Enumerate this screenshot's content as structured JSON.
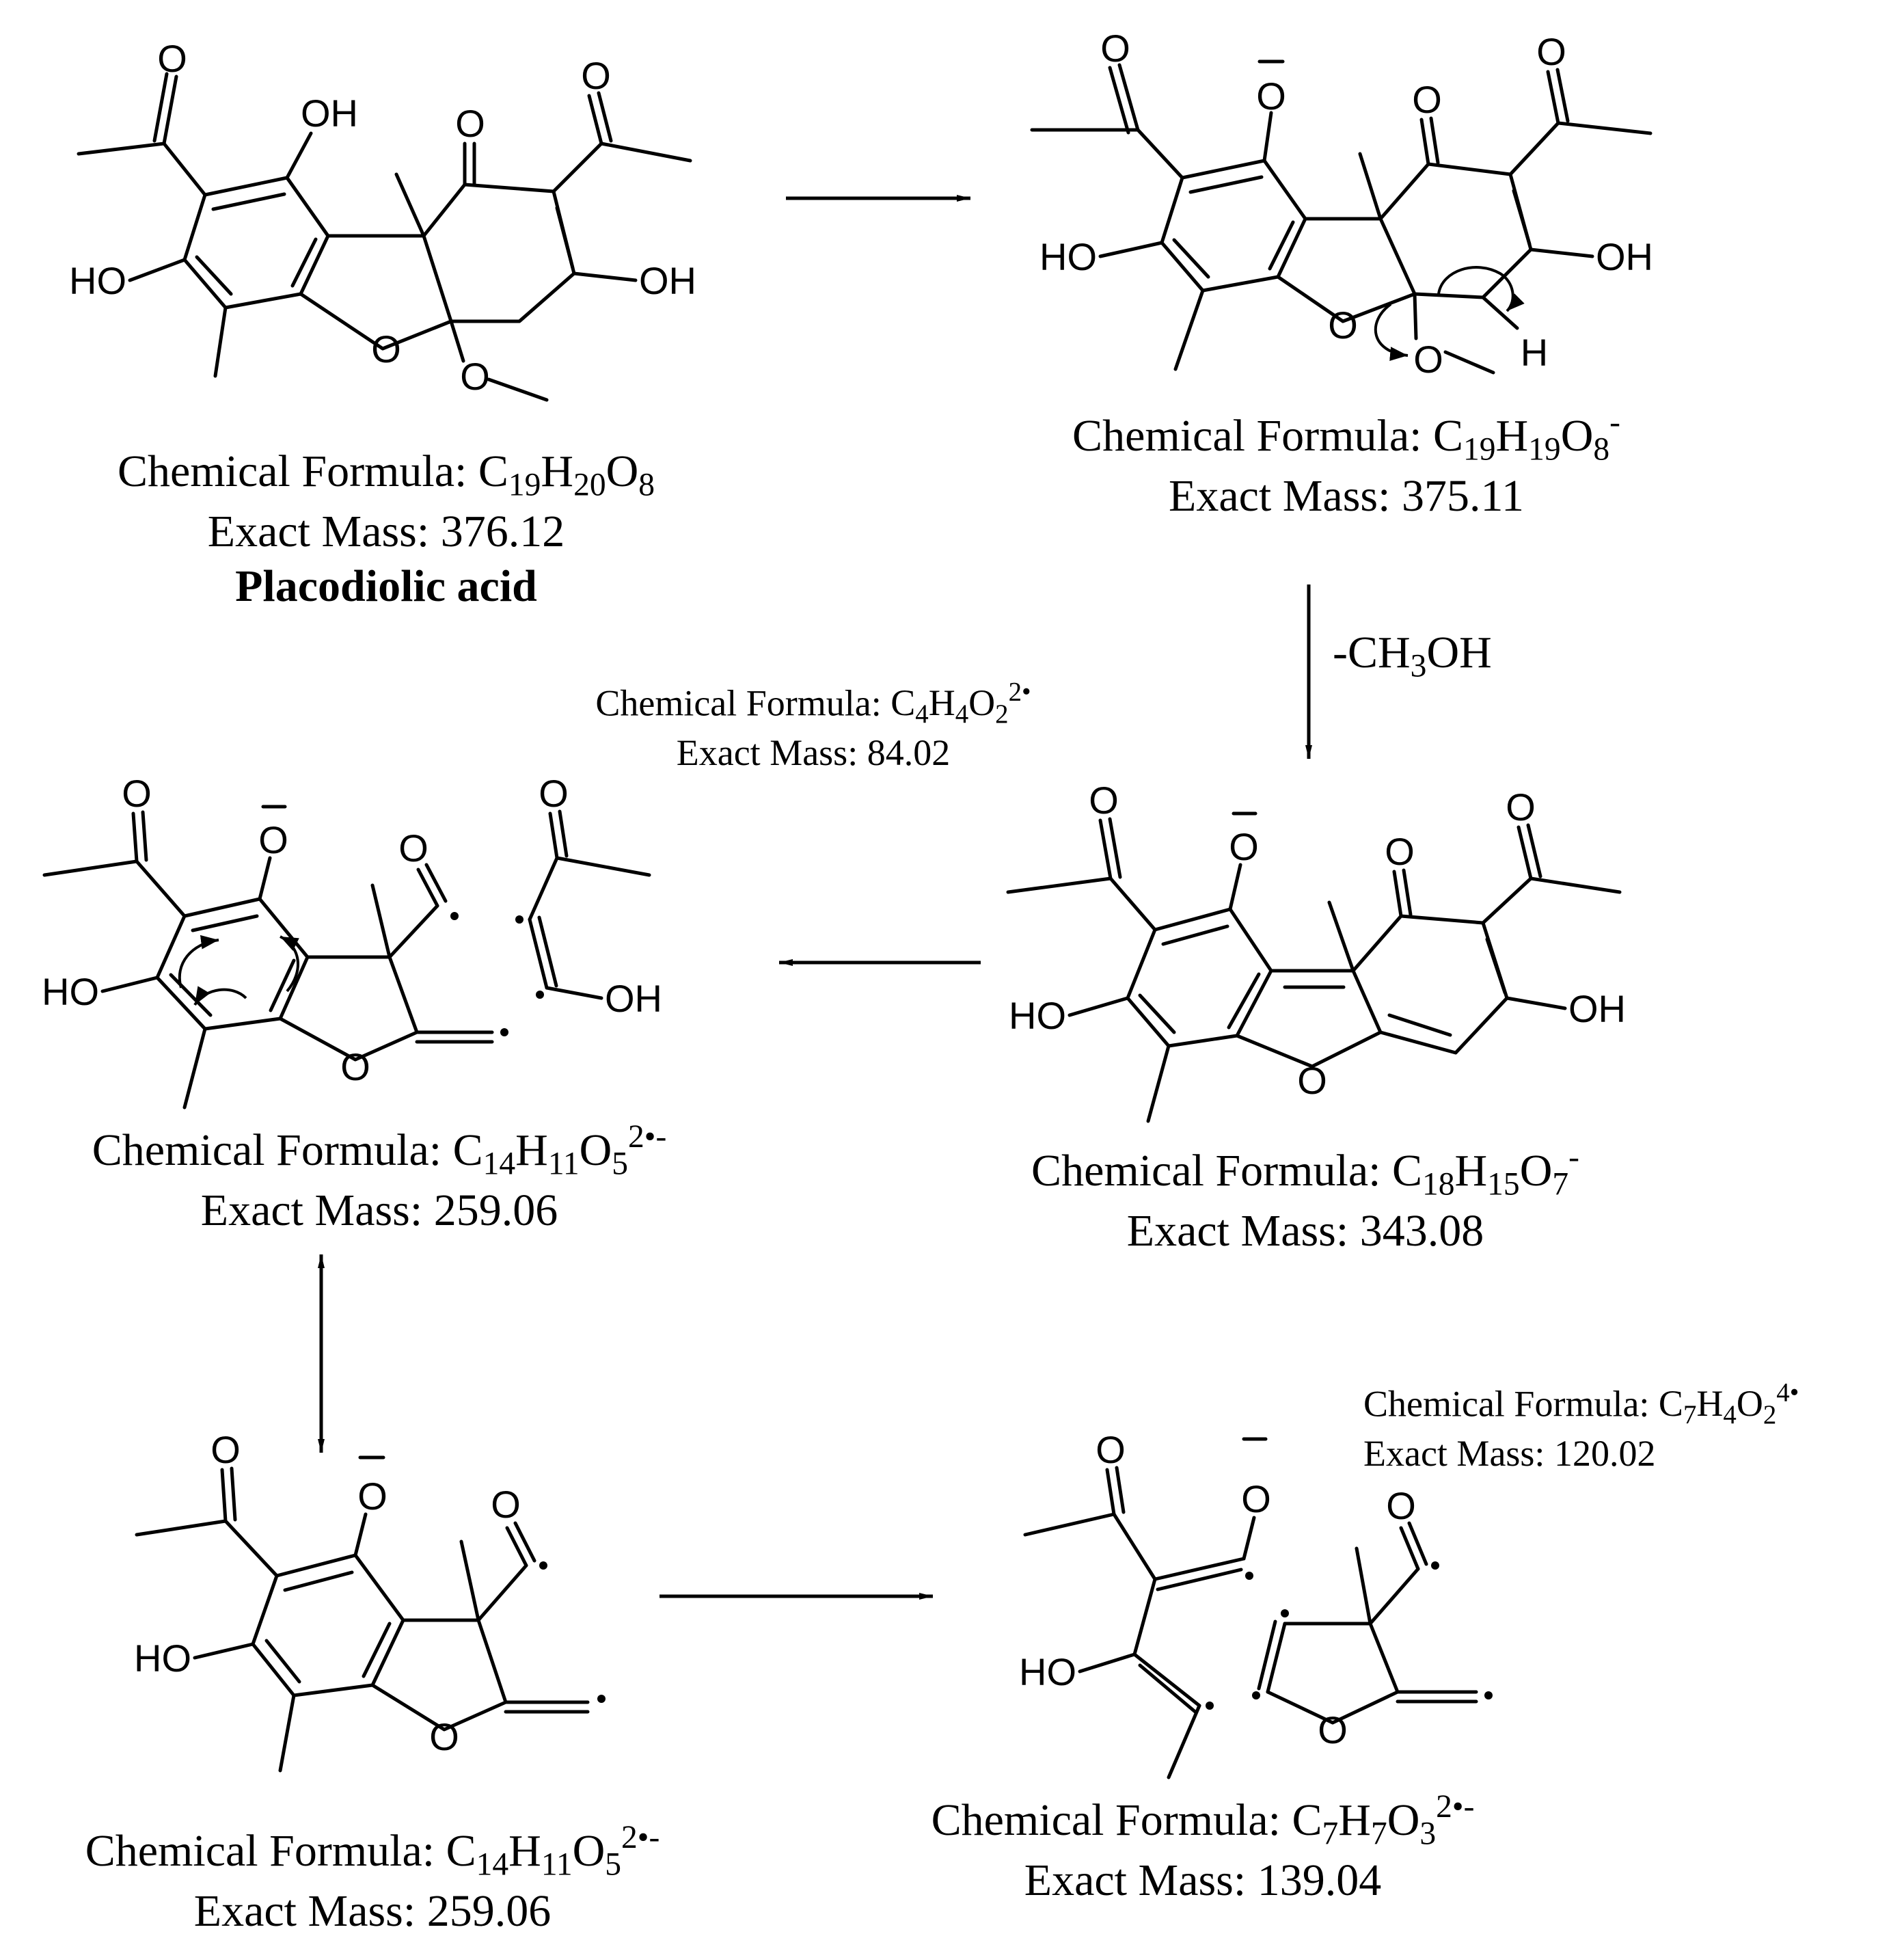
{
  "atom_labels": {
    "oxygen": "O",
    "hydroxyl_right": "OH",
    "hydroxyl_left": "HO",
    "hydrogen": "H"
  },
  "compounds": [
    {
      "id": "placodiolic",
      "formula_label": "Chemical Formula: ",
      "formula_html": "C<sub>19</sub>H<sub>20</sub>O<sub>8</sub>",
      "mass_label": "Exact Mass: ",
      "mass": "376.12",
      "name": "Placodiolic acid"
    },
    {
      "id": "anion",
      "formula_label": "Chemical Formula: ",
      "formula_html": "C<sub>19</sub>H<sub>19</sub>O<sub>8</sub><sup>-</sup>",
      "mass_label": "Exact Mass: ",
      "mass": "375.11"
    },
    {
      "id": "demethanol",
      "formula_label": "Chemical Formula: ",
      "formula_html": "C<sub>18</sub>H<sub>15</sub>O<sub>7</sub><sup>-</sup>",
      "mass_label": "Exact Mass: ",
      "mass": "343.08"
    },
    {
      "id": "radical_anion_a",
      "formula_label": "Chemical Formula: ",
      "formula_html": "C<sub>14</sub>H<sub>11</sub>O<sub>5</sub><sup>2•-</sup>",
      "mass_label": "Exact Mass: ",
      "mass": "259.06"
    },
    {
      "id": "radical_anion_b",
      "formula_label": "Chemical Formula: ",
      "formula_html": "C<sub>14</sub>H<sub>11</sub>O<sub>5</sub><sup>2•-</sup>",
      "mass_label": "Exact Mass: ",
      "mass": "259.06"
    },
    {
      "id": "product",
      "formula_label": "Chemical Formula: ",
      "formula_html": "C<sub>7</sub>H<sub>7</sub>O<sub>3</sub><sup>2•-</sup>",
      "mass_label": "Exact Mass: ",
      "mass": "139.04"
    }
  ],
  "neutral_losses": [
    {
      "id": "loss_c4",
      "formula_label": "Chemical Formula: ",
      "formula_html": "C<sub>4</sub>H<sub>4</sub>O<sub>2</sub><sup>2•</sup>",
      "mass_label": "Exact Mass: ",
      "mass": "84.02"
    },
    {
      "id": "loss_c7",
      "formula_label": "Chemical Formula: ",
      "formula_html": "C<sub>7</sub>H<sub>4</sub>O<sub>2</sub><sup>4•</sup>",
      "mass_label": "Exact Mass: ",
      "mass": "120.02"
    }
  ],
  "reaction_labels": {
    "methanol_loss": "-CH3OH"
  }
}
